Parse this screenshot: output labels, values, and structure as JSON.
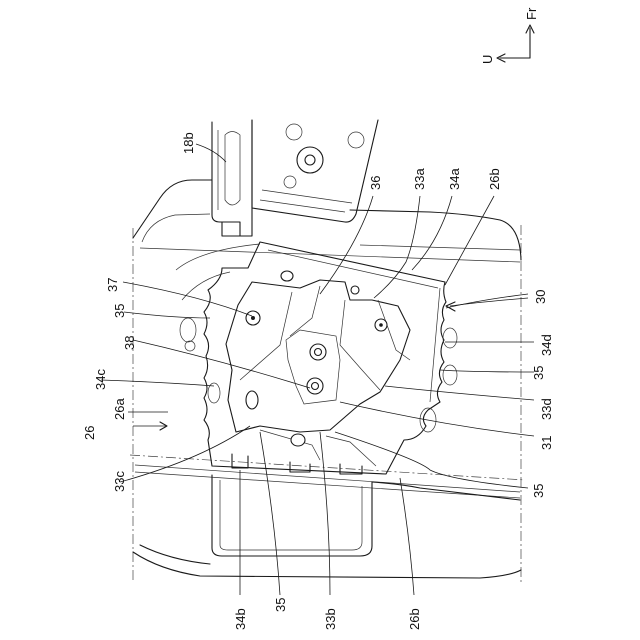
{
  "labels": {
    "l18b": "18b",
    "l36": "36",
    "l33a": "33a",
    "l34a": "34a",
    "l26b_top": "26b",
    "l37": "37",
    "l35_a": "35",
    "l30": "30",
    "l38": "38",
    "l34c": "34c",
    "l26a": "26a",
    "l26": "26",
    "l34d": "34d",
    "l35_b": "35",
    "l33d": "33d",
    "l31": "31",
    "l33c": "33c",
    "l35_c": "35",
    "l34b": "34b",
    "l35_d": "35",
    "l33b": "33b",
    "l26b_bottom": "26b"
  },
  "axes": {
    "fr": "Fr",
    "u": "U"
  }
}
